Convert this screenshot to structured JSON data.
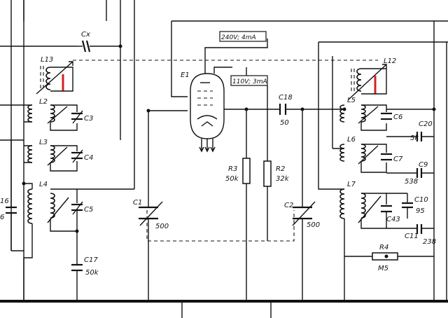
{
  "labels": {
    "cx": "Cx",
    "l13": "L13",
    "l12": "L12",
    "l2": "L2",
    "l3": "L3",
    "l4": "L4",
    "l5": "L5",
    "l6": "L6",
    "l7": "L7",
    "c3": "C3",
    "c4": "C4",
    "c5": "C5",
    "c6": "C6",
    "c7": "C7",
    "c1": "C1",
    "c1_val": "500",
    "c2": "C2",
    "c2_val": "500",
    "c17": "C17",
    "c17_val": "50k",
    "c16_part": "16",
    "c16_val_part": "6",
    "e1": "E1",
    "c18": "C18",
    "c18_val": "50",
    "r3": "R3",
    "r3_val": "50k",
    "r2": "R2",
    "r2_val": "32k",
    "c20": "C20",
    "c20_val": "5k",
    "c9": "C9",
    "c9_val": "538",
    "c10": "C10",
    "c10_val": "95",
    "c43": "C43",
    "c11": "C11",
    "c11_val": "238",
    "r4": "R4",
    "r4_val": "M5",
    "v240": "240V; 4mA",
    "v110": "110V; 3mA"
  },
  "colors": {
    "ink": "#111111",
    "paper": "#ffffff",
    "marker": "#d42020"
  }
}
